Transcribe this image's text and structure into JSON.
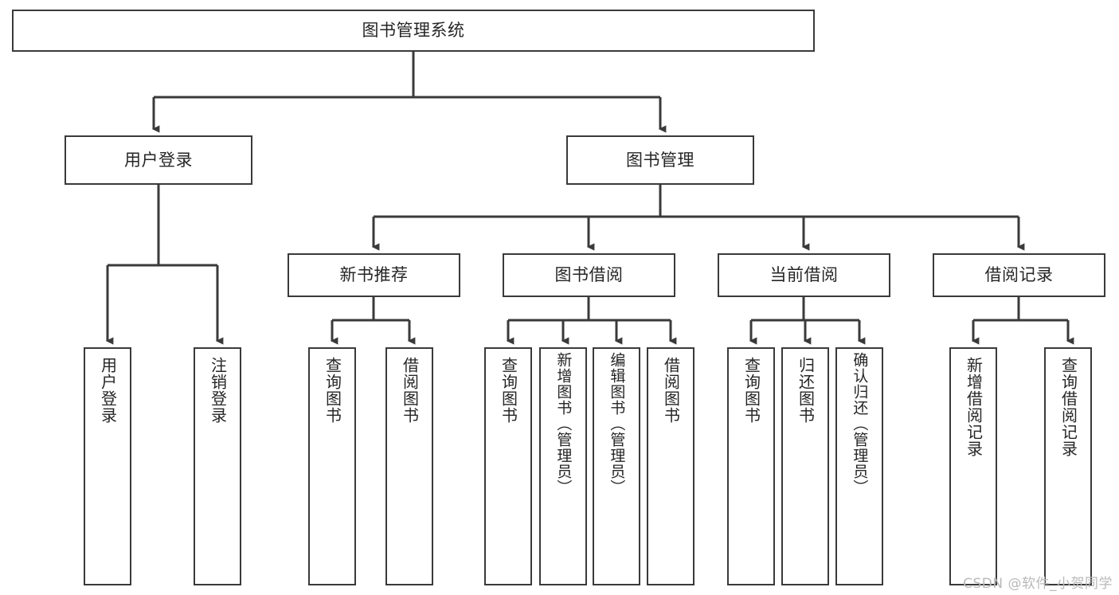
{
  "diagram": {
    "title": "图书管理系统",
    "watermark": "CSDN @软件_小贺同学",
    "colors": {
      "stroke": "#3a3a3a",
      "text": "#262626",
      "background": "#ffffff",
      "watermark": "#b9b9b9"
    },
    "root": {
      "label": "图书管理系统"
    },
    "level2": [
      {
        "label": "用户登录"
      },
      {
        "label": "图书管理"
      }
    ],
    "level3": [
      {
        "label": "新书推荐"
      },
      {
        "label": "图书借阅"
      },
      {
        "label": "当前借阅"
      },
      {
        "label": "借阅记录"
      }
    ],
    "leaves": {
      "user_login": [
        {
          "label": "用户登录"
        },
        {
          "label": "注销登录"
        }
      ],
      "new_book_recommend": [
        {
          "label": "查询图书"
        },
        {
          "label": "借阅图书"
        }
      ],
      "book_borrow": [
        {
          "label": "查询图书"
        },
        {
          "label": "新增图书（管理员）"
        },
        {
          "label": "编辑图书（管理员）"
        },
        {
          "label": "借阅图书"
        }
      ],
      "current_borrow": [
        {
          "label": "查询图书"
        },
        {
          "label": "归还图书"
        },
        {
          "label": "确认归还（管理员）"
        }
      ],
      "borrow_record": [
        {
          "label": "新增借阅记录"
        },
        {
          "label": "查询借阅记录"
        }
      ]
    }
  }
}
